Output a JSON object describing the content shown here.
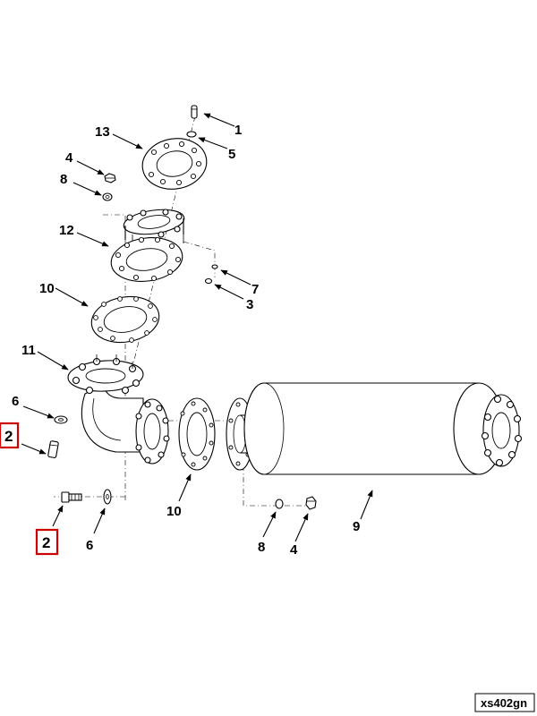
{
  "callouts": {
    "c1": "1",
    "c5": "5",
    "c13": "13",
    "c4_top": "4",
    "c8_top": "8",
    "c12": "12",
    "c7": "7",
    "c3": "3",
    "c10_top": "10",
    "c11": "11",
    "c6_left": "6",
    "c2_left": "2",
    "c2_bottom": "2",
    "c6_bottom": "6",
    "c10_bottom": "10",
    "c8_bottom": "8",
    "c4_bottom": "4",
    "c9": "9"
  },
  "drawing_code": "xs402gn",
  "colors": {
    "highlight_box": "#cc0000",
    "line": "#000000",
    "background": "#ffffff"
  }
}
